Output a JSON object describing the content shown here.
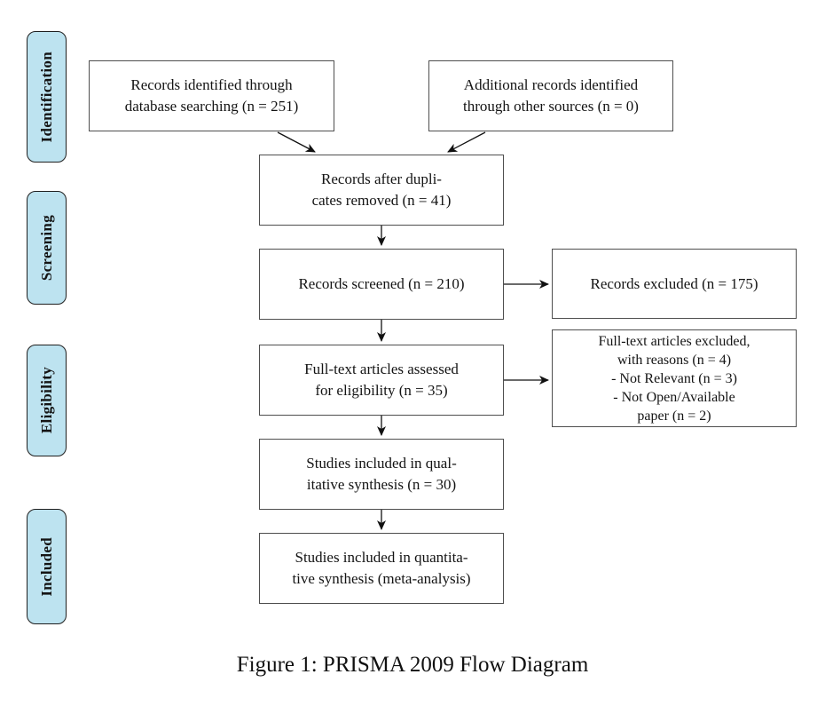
{
  "figure": {
    "caption": "Figure 1: PRISMA 2009 Flow Diagram"
  },
  "stages": [
    {
      "id": "identification",
      "label": "Identification"
    },
    {
      "id": "screening",
      "label": "Screening"
    },
    {
      "id": "eligibility",
      "label": "Eligibility"
    },
    {
      "id": "included",
      "label": "Included"
    }
  ],
  "nodes": {
    "records_identified": {
      "text": "Records identified through\ndatabase searching (n = 251)"
    },
    "additional_records": {
      "text": "Additional records identified\nthrough other sources (n = 0)"
    },
    "after_duplicates": {
      "text": "Records after dupli-\ncates removed (n = 41)"
    },
    "records_screened": {
      "text": "Records screened (n = 210)"
    },
    "records_excluded": {
      "text": "Records excluded (n = 175)"
    },
    "fulltext_assessed": {
      "text": "Full-text articles assessed\nfor eligibility (n = 35)"
    },
    "fulltext_excluded": {
      "text": "Full-text articles excluded,\nwith reasons (n = 4)\n- Not Relevant (n = 3)\n- Not Open/Available\npaper (n = 2)"
    },
    "qualitative": {
      "text": "Studies included in qual-\nitative synthesis (n = 30)"
    },
    "quantitative": {
      "text": "Studies included in quantita-\ntive synthesis (meta-analysis)"
    }
  },
  "edges": [
    {
      "from": "records-identified",
      "to": "after-duplicates"
    },
    {
      "from": "additional-records",
      "to": "after-duplicates"
    },
    {
      "from": "after-duplicates",
      "to": "records-screened"
    },
    {
      "from": "records-screened",
      "to": "records-excluded"
    },
    {
      "from": "records-screened",
      "to": "fulltext-assessed"
    },
    {
      "from": "fulltext-assessed",
      "to": "fulltext-excluded"
    },
    {
      "from": "fulltext-assessed",
      "to": "qualitative"
    },
    {
      "from": "qualitative",
      "to": "quantitative"
    }
  ],
  "colors": {
    "stage_fill": "#bde3f0",
    "stage_border": "#1f1f1f",
    "box_border": "#4e4e4e",
    "arrow": "#111111",
    "text": "#141414",
    "background": "#ffffff"
  }
}
